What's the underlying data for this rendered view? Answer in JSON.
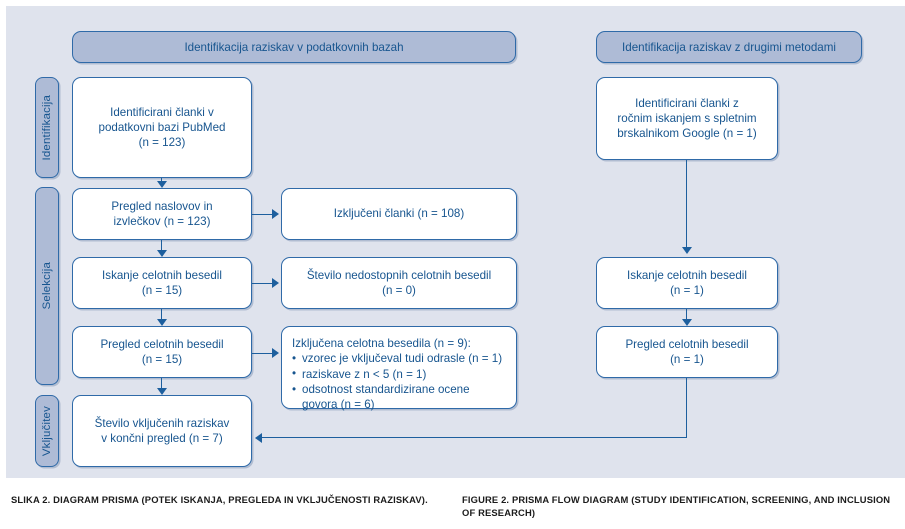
{
  "figure": {
    "type": "prisma-flow-diagram",
    "panel_background": "#dfe3ed",
    "accent_line": "#1d5f9e",
    "box_fill": "#ffffff",
    "header_fill": "#aebbd6",
    "text_color": "#17558f"
  },
  "headers": {
    "left": "Identifikacija raziskav v podatkovnih bazah",
    "right": "Identifikacija raziskav z drugimi metodami"
  },
  "stages": [
    {
      "id": "identifikacija",
      "label": "Identifikacija"
    },
    {
      "id": "selekcija",
      "label": "Selekcija"
    },
    {
      "id": "vkljucitev",
      "label": "Vključitev"
    }
  ],
  "left_column": {
    "identified": "Identificirani članki v\npodatkovni bazi PubMed\n(n = 123)",
    "screening": "Pregled naslovov in\nizvlečkov (n = 123)",
    "fulltext_search": "Iskanje celotnih besedil\n(n = 15)",
    "fulltext_review": "Pregled celotnih besedil\n(n = 15)",
    "included": "Število vključenih raziskav\nv končni pregled (n = 7)"
  },
  "left_side_boxes": {
    "excluded_articles": "Izključeni članki (n = 108)",
    "unavailable_fulltexts": "Število nedostopnih celotnih besedil\n(n = 0)",
    "excluded_fulltexts_title": "Izključena celotna besedila (n = 9):",
    "excluded_fulltexts_items": [
      "vzorec je vključeval tudi odrasle (n = 1)",
      "raziskave z n < 5 (n = 1)",
      "odsotnost standardizirane ocene govora (n = 6)"
    ]
  },
  "right_column": {
    "identified": "Identificirani članki z\nročnim iskanjem s spletnim\nbrskalnikom Google (n = 1)",
    "fulltext_search": "Iskanje celotnih besedil\n(n = 1)",
    "fulltext_review": "Pregled celotnih besedil\n(n = 1)"
  },
  "captions": {
    "slovene": "SLIKA 2. DIAGRAM PRISMA (POTEK ISKANJA, PREGLEDA IN VKLJUČENOSTI RAZISKAV).",
    "english": "FIGURE 2. PRISMA FLOW DIAGRAM (STUDY IDENTIFICATION, SCREENING, AND INCLUSION OF RESEARCH)"
  },
  "chart_data": {
    "type": "diagram",
    "title": "PRISMA flow diagram",
    "nodes": [
      {
        "id": "db-identified",
        "column": "left",
        "stage": "Identifikacija",
        "label": "Identificirani članki v podatkovni bazi PubMed",
        "n": 123
      },
      {
        "id": "title-abstract-screen",
        "column": "left",
        "stage": "Selekcija",
        "label": "Pregled naslovov in izvlečkov",
        "n": 123
      },
      {
        "id": "excluded-articles",
        "column": "left-side",
        "stage": "Selekcija",
        "label": "Izključeni članki",
        "n": 108
      },
      {
        "id": "fulltext-search-left",
        "column": "left",
        "stage": "Selekcija",
        "label": "Iskanje celotnih besedil",
        "n": 15
      },
      {
        "id": "unavailable-fulltext",
        "column": "left-side",
        "stage": "Selekcija",
        "label": "Število nedostopnih celotnih besedil",
        "n": 0
      },
      {
        "id": "fulltext-review-left",
        "column": "left",
        "stage": "Selekcija",
        "label": "Pregled celotnih besedil",
        "n": 15
      },
      {
        "id": "excluded-fulltext",
        "column": "left-side",
        "stage": "Selekcija",
        "label": "Izključena celotna besedila",
        "n": 9
      },
      {
        "id": "included",
        "column": "left",
        "stage": "Vključitev",
        "label": "Število vključenih raziskav v končni pregled",
        "n": 7
      },
      {
        "id": "manual-identified",
        "column": "right",
        "stage": "Identifikacija",
        "label": "Identificirani članki z ročnim iskanjem s spletnim brskalnikom Google",
        "n": 1
      },
      {
        "id": "fulltext-search-right",
        "column": "right",
        "stage": "Selekcija",
        "label": "Iskanje celotnih besedil",
        "n": 1
      },
      {
        "id": "fulltext-review-right",
        "column": "right",
        "stage": "Selekcija",
        "label": "Pregled celotnih besedil",
        "n": 1
      }
    ],
    "exclusion_reasons": [
      {
        "reason": "vzorec je vključeval tudi odrasle",
        "n": 1
      },
      {
        "reason": "raziskave z n < 5",
        "n": 1
      },
      {
        "reason": "odsotnost standardizirane ocene govora",
        "n": 6
      }
    ],
    "edges": [
      {
        "from": "db-identified",
        "to": "title-abstract-screen",
        "direction": "down"
      },
      {
        "from": "title-abstract-screen",
        "to": "excluded-articles",
        "direction": "right"
      },
      {
        "from": "title-abstract-screen",
        "to": "fulltext-search-left",
        "direction": "down"
      },
      {
        "from": "fulltext-search-left",
        "to": "unavailable-fulltext",
        "direction": "right"
      },
      {
        "from": "fulltext-search-left",
        "to": "fulltext-review-left",
        "direction": "down"
      },
      {
        "from": "fulltext-review-left",
        "to": "excluded-fulltext",
        "direction": "right"
      },
      {
        "from": "fulltext-review-left",
        "to": "included",
        "direction": "down"
      },
      {
        "from": "manual-identified",
        "to": "fulltext-search-right",
        "direction": "down"
      },
      {
        "from": "fulltext-search-right",
        "to": "fulltext-review-right",
        "direction": "down"
      },
      {
        "from": "fulltext-review-right",
        "to": "included",
        "direction": "down-left"
      }
    ]
  }
}
